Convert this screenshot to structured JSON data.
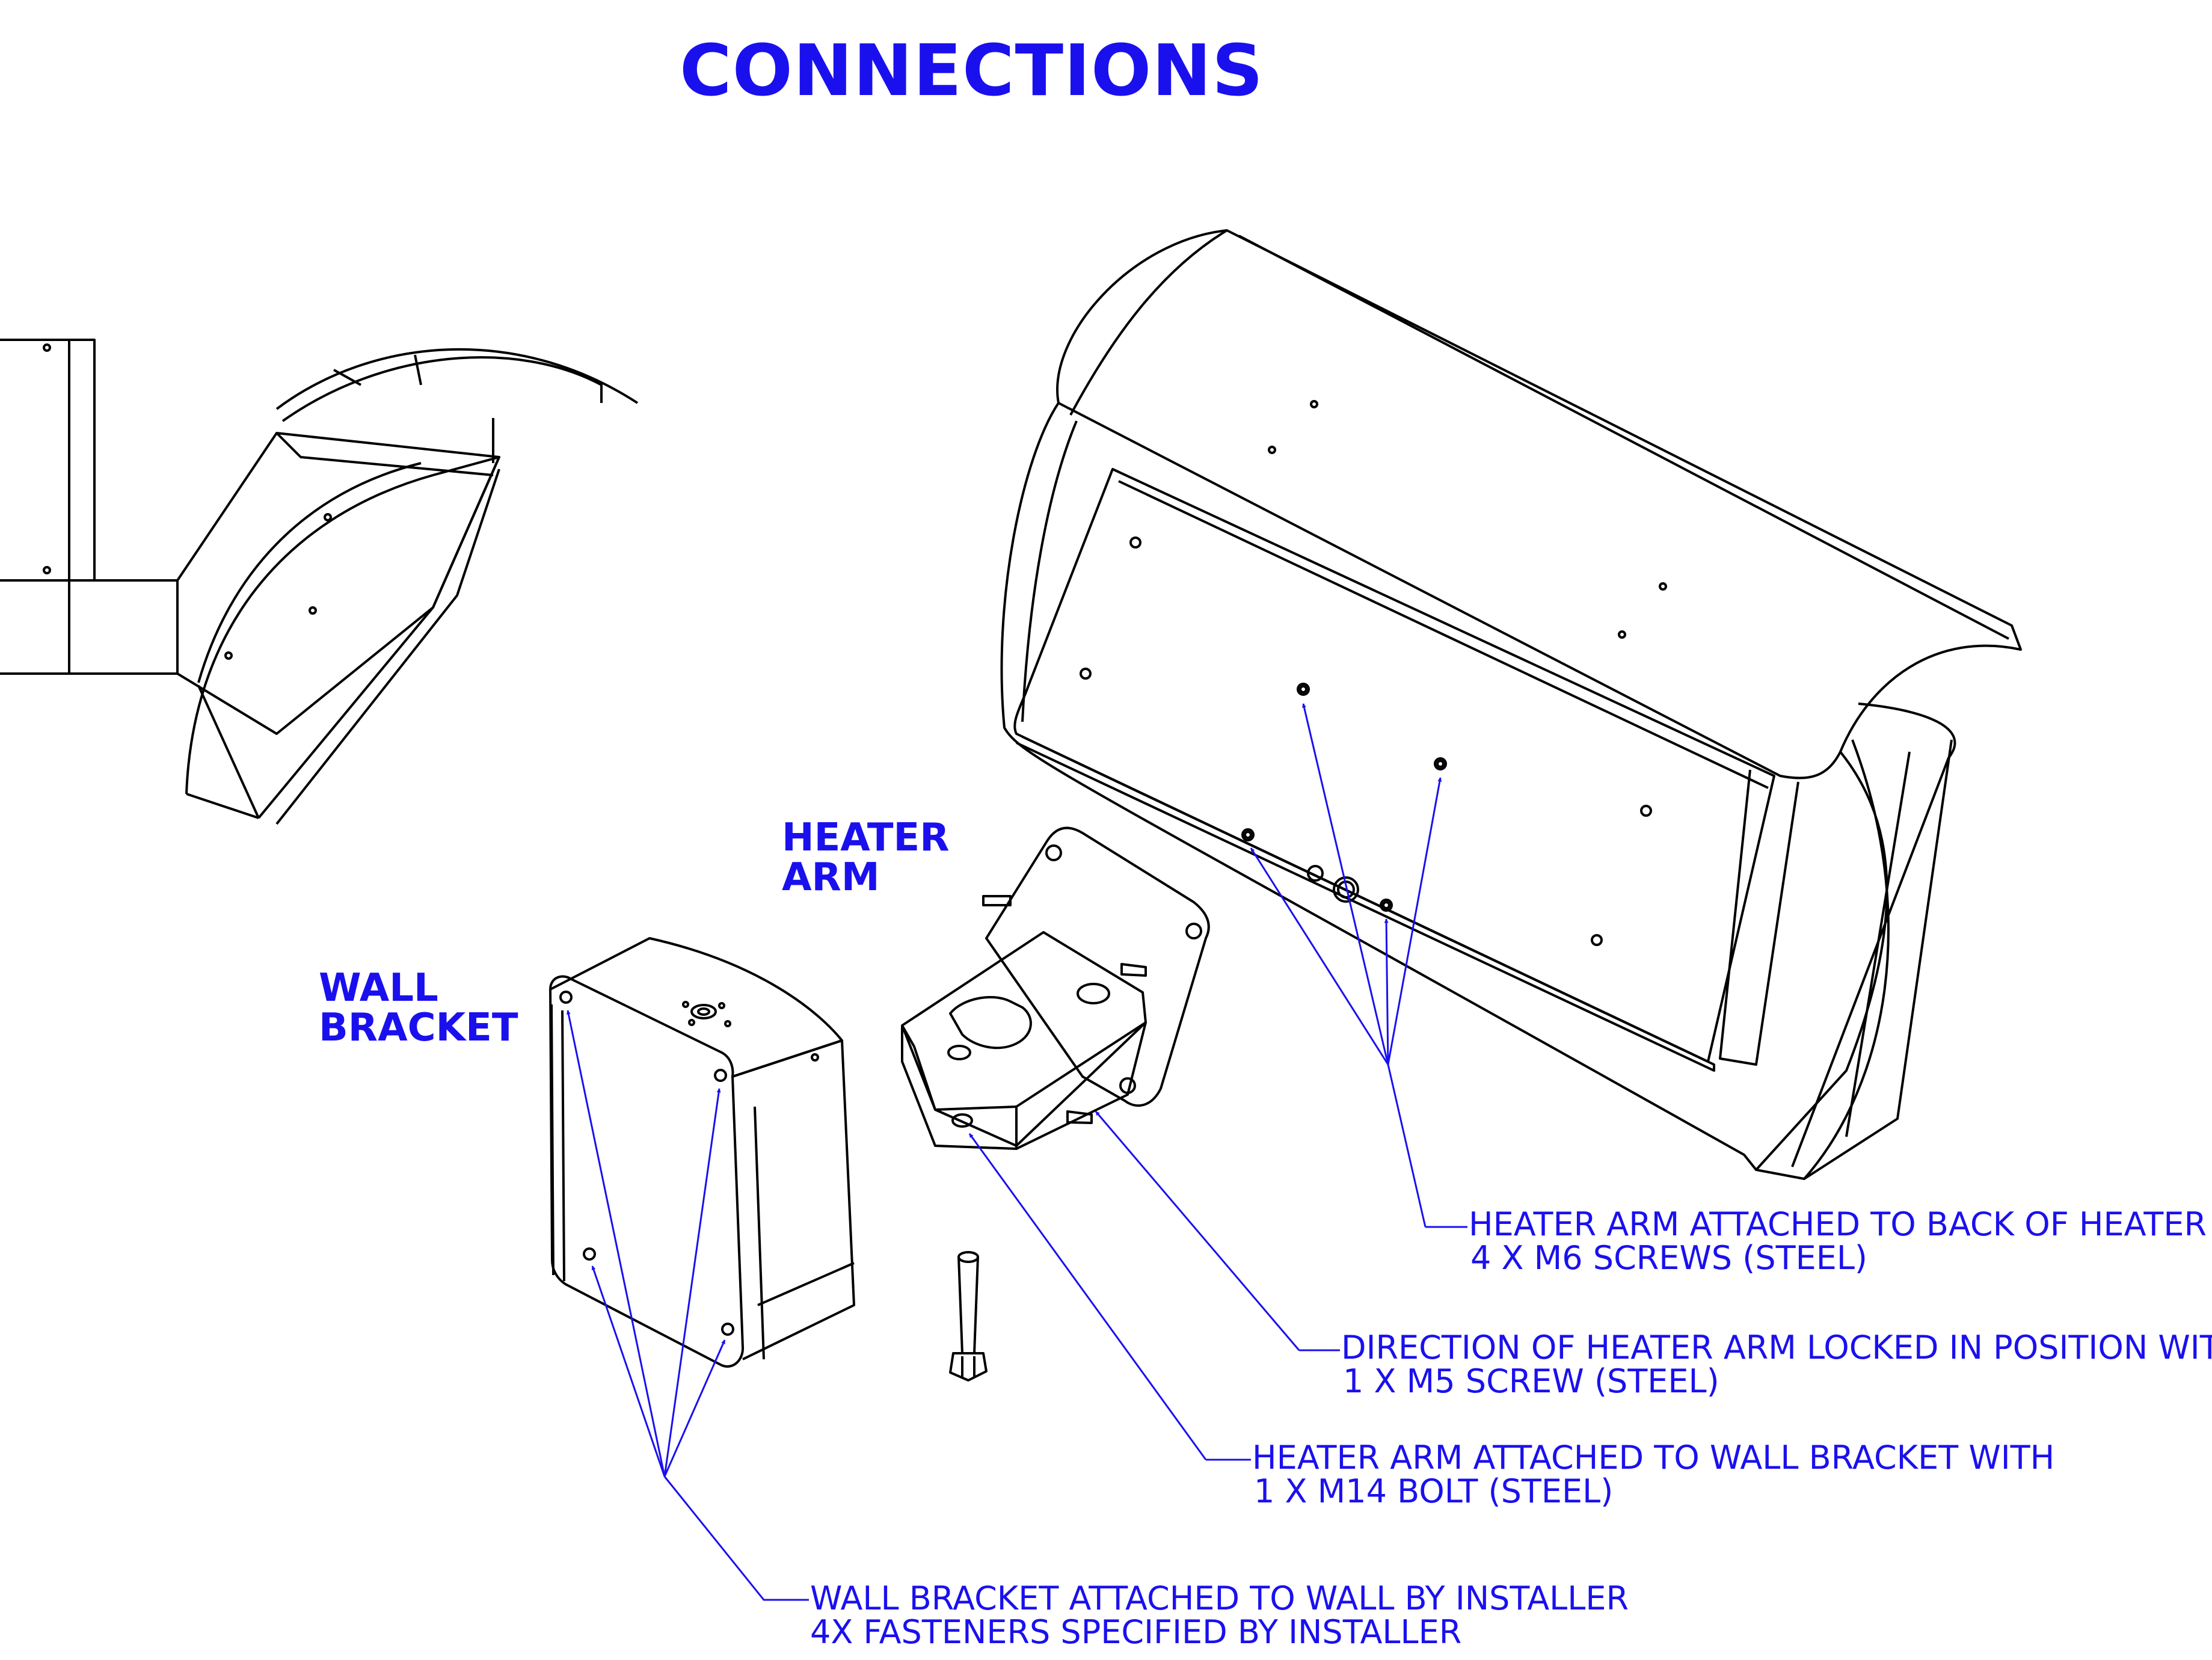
{
  "title": "CONNECTIONS",
  "part_labels": {
    "heater_arm": [
      "HEATER",
      "ARM"
    ],
    "wall_bracket": [
      "WALL",
      "BRACKET"
    ]
  },
  "callouts": [
    {
      "line1": "HEATER ARM ATTACHED TO BACK OF HEATER WITH",
      "line2": "4 X M6 SCREWS (STEEL)"
    },
    {
      "line1": "DIRECTION OF HEATER ARM LOCKED IN POSITION WITH",
      "line2": "1 X M5 SCREW (STEEL)"
    },
    {
      "line1": "HEATER ARM ATTACHED TO WALL BRACKET WITH",
      "line2": "1 X M14 BOLT (STEEL)"
    },
    {
      "line1": "WALL BRACKET ATTACHED TO WALL BY INSTALLER",
      "line2": "4X FASTENERS SPECIFIED BY INSTALLER"
    }
  ],
  "colors": {
    "annotation": "#1a10ee",
    "linework": "#000000",
    "background": "#ffffff"
  }
}
